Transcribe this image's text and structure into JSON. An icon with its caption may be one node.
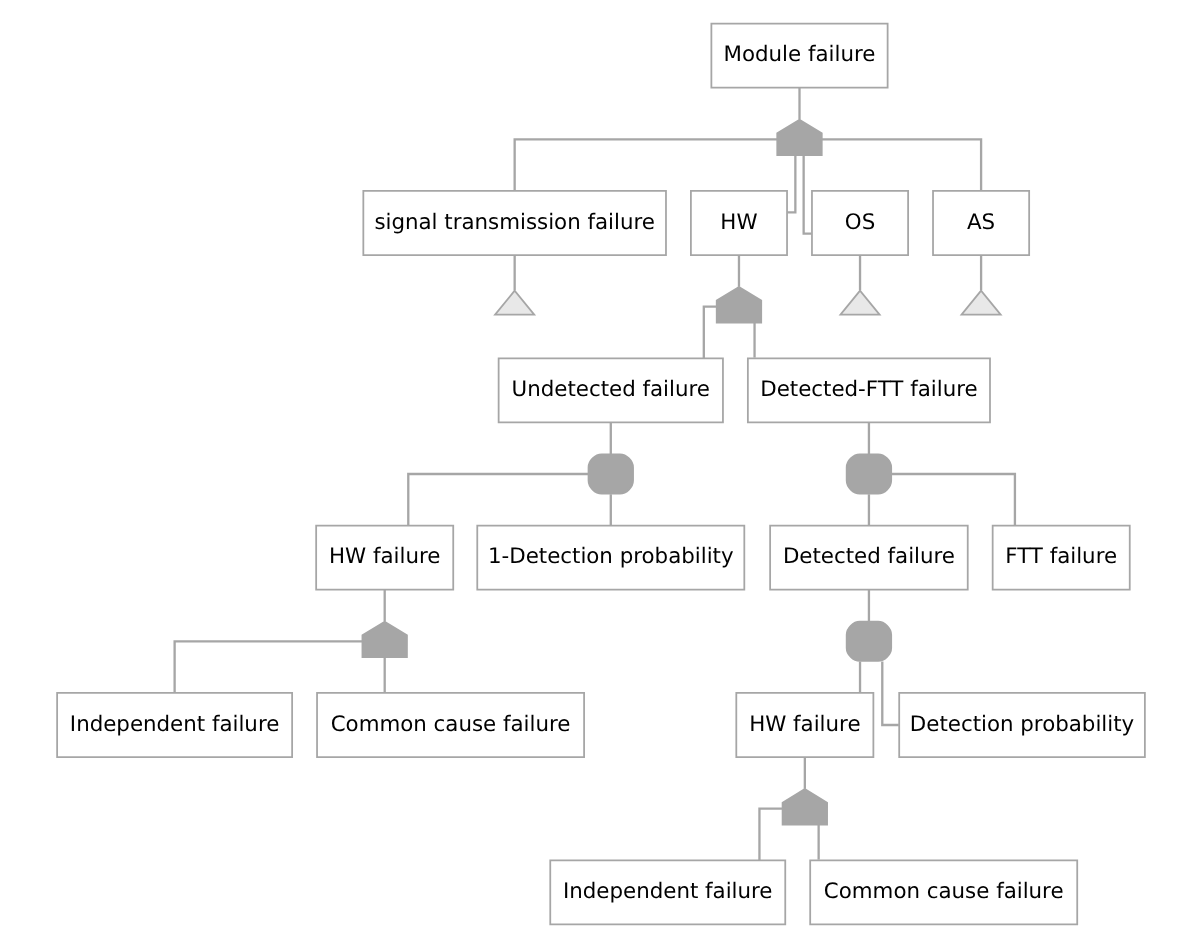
{
  "diagram": {
    "nodes": [
      {
        "text": [
          "Module failure"
        ]
      },
      {
        "text": [],
        "shape": "or-gate"
      },
      {
        "text": [
          "signal transmission failure"
        ]
      },
      {
        "text": [
          "HW"
        ]
      },
      {
        "text": [
          "OS"
        ]
      },
      {
        "text": [
          "AS"
        ]
      },
      {
        "text": [],
        "shape": "triangle"
      },
      {
        "text": [],
        "shape": "or-gate"
      },
      {
        "text": [],
        "shape": "triangle"
      },
      {
        "text": [],
        "shape": "triangle"
      },
      {
        "text": [
          "Detected-FTT failure"
        ]
      },
      {
        "text": [],
        "shape": "and-gate"
      },
      {
        "text": [
          "Undetected failure"
        ]
      },
      {
        "text": [
          "Detected failure"
        ]
      },
      {
        "text": [
          "FTT failure"
        ]
      },
      {
        "text": [],
        "shape": "and-gate"
      },
      {
        "text": [],
        "shape": "and-gate"
      },
      {
        "text": [
          "HW failure"
        ]
      },
      {
        "text": [
          "1-Detection probability"
        ]
      },
      {
        "text": [
          "HW failure"
        ]
      },
      {
        "text": [
          "Detection probability"
        ]
      },
      {
        "text": [],
        "shape": "or-gate"
      },
      {
        "text": [],
        "shape": "or-gate"
      },
      {
        "text": [
          "Independent failure"
        ]
      },
      {
        "text": [
          "Common cause failure"
        ]
      },
      {
        "text": [
          "Independent failure"
        ]
      },
      {
        "text": [
          "Common cause failure"
        ]
      }
    ],
    "edges": [
      {
        "from": 0,
        "to": 1,
        "arrow": "none"
      },
      {
        "from": 1,
        "to": 2,
        "arrow": "none"
      },
      {
        "from": 1,
        "to": 3,
        "arrow": "none"
      },
      {
        "from": 1,
        "to": 4,
        "arrow": "none"
      },
      {
        "from": 1,
        "to": 5,
        "arrow": "none"
      },
      {
        "from": 2,
        "to": 6,
        "arrow": "none"
      },
      {
        "from": 3,
        "to": 7,
        "arrow": "none"
      },
      {
        "from": 4,
        "to": 8,
        "arrow": "none"
      },
      {
        "from": 5,
        "to": 9,
        "arrow": "none"
      },
      {
        "from": 7,
        "to": 12,
        "arrow": "none"
      },
      {
        "from": 7,
        "to": 10,
        "arrow": "none"
      },
      {
        "from": 10,
        "to": 11,
        "arrow": "none"
      },
      {
        "from": 11,
        "to": 13,
        "arrow": "none"
      },
      {
        "from": 11,
        "to": 14,
        "arrow": "none"
      },
      {
        "from": 12,
        "to": 15,
        "arrow": "none"
      },
      {
        "from": 13,
        "to": 16,
        "arrow": "none"
      },
      {
        "from": 15,
        "to": 17,
        "arrow": "none"
      },
      {
        "from": 15,
        "to": 18,
        "arrow": "none"
      },
      {
        "from": 16,
        "to": 19,
        "arrow": "none"
      },
      {
        "from": 16,
        "to": 20,
        "arrow": "none"
      },
      {
        "from": 17,
        "to": 21,
        "arrow": "none"
      },
      {
        "from": 19,
        "to": 22,
        "arrow": "none"
      },
      {
        "from": 21,
        "to": 23,
        "arrow": "none"
      },
      {
        "from": 21,
        "to": 24,
        "arrow": "none"
      },
      {
        "from": 22,
        "to": 25,
        "arrow": "none"
      },
      {
        "from": 22,
        "to": 26,
        "arrow": "none"
      }
    ]
  }
}
